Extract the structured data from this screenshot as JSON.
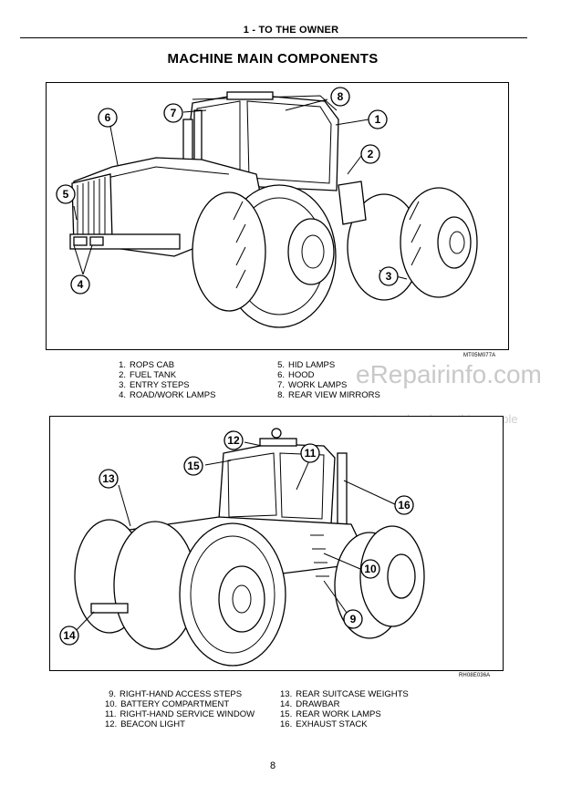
{
  "header": {
    "section_title": "1 - TO THE OWNER"
  },
  "page_title": "MACHINE MAIN COMPONENTS",
  "figure1": {
    "code": "MT05M077A",
    "callouts": [
      "1",
      "2",
      "3",
      "4",
      "5",
      "6",
      "7",
      "8"
    ]
  },
  "list1": {
    "left": [
      {
        "num": "1.",
        "label": "ROPS CAB"
      },
      {
        "num": "2.",
        "label": "FUEL TANK"
      },
      {
        "num": "3.",
        "label": "ENTRY STEPS"
      },
      {
        "num": "4.",
        "label": "ROAD/WORK LAMPS"
      }
    ],
    "right": [
      {
        "num": "5.",
        "label": "HID LAMPS"
      },
      {
        "num": "6.",
        "label": "HOOD"
      },
      {
        "num": "7.",
        "label": "WORK LAMPS"
      },
      {
        "num": "8.",
        "label": "REAR VIEW MIRRORS"
      }
    ]
  },
  "figure2": {
    "code": "RH08E036A",
    "callouts": [
      "9",
      "10",
      "11",
      "12",
      "13",
      "14",
      "15",
      "16"
    ]
  },
  "list2": {
    "left": [
      {
        "num": "9.",
        "label": "RIGHT-HAND ACCESS STEPS"
      },
      {
        "num": "10.",
        "label": "BATTERY COMPARTMENT"
      },
      {
        "num": "11.",
        "label": "RIGHT-HAND SERVICE WINDOW"
      },
      {
        "num": "12.",
        "label": "BEACON LIGHT"
      }
    ],
    "right": [
      {
        "num": "13.",
        "label": "REAR SUITCASE WEIGHTS"
      },
      {
        "num": "14.",
        "label": "DRAWBAR"
      },
      {
        "num": "15.",
        "label": "REAR WORK LAMPS"
      },
      {
        "num": "16.",
        "label": "EXHAUST STACK"
      }
    ]
  },
  "watermark": {
    "site": "eRepairinfo.com",
    "note": "watermark only on this sample"
  },
  "page_number": "8"
}
